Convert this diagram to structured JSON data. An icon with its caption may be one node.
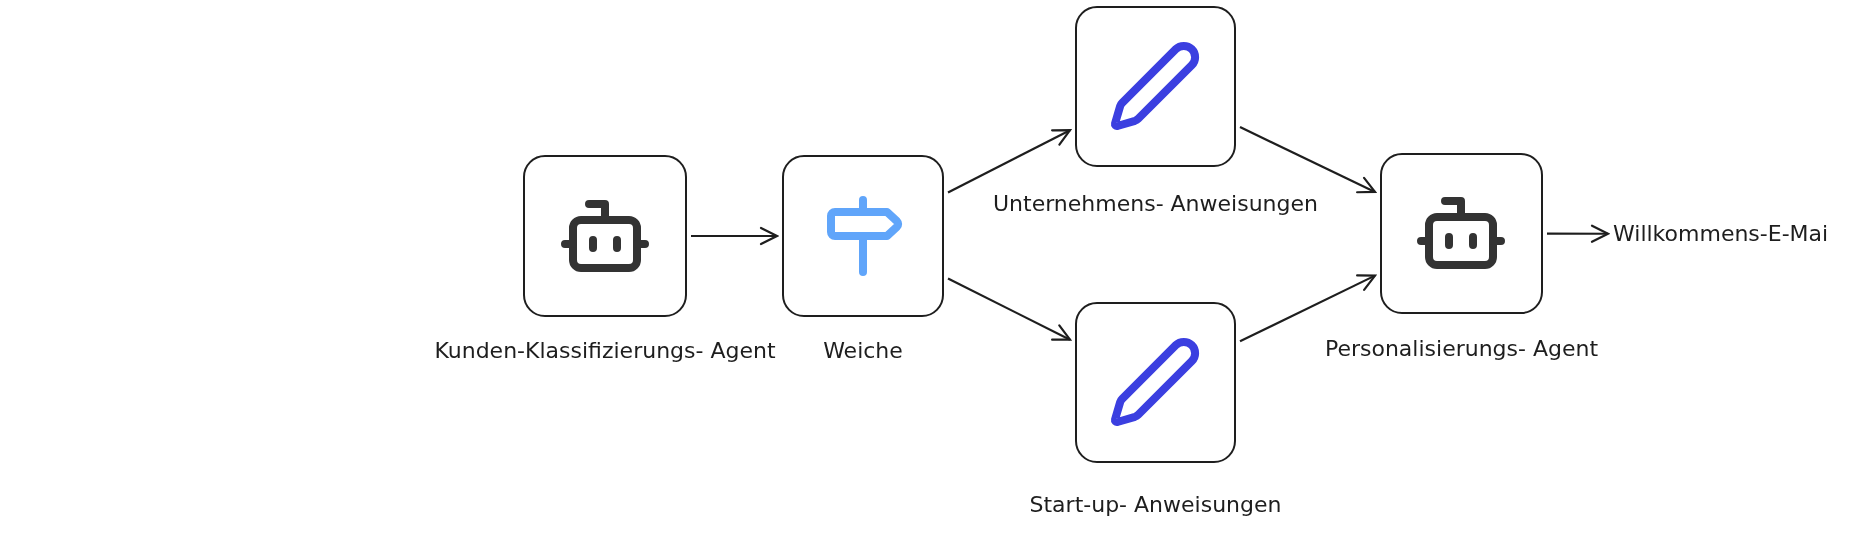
{
  "diagram": {
    "nodes": [
      {
        "text": [
          "Kunden-Klassifizierungs- Agent"
        ]
      },
      {
        "text": [
          "Weiche"
        ]
      },
      {
        "text": [
          "Unternehmens- Anweisungen"
        ]
      },
      {
        "text": [
          "Start-up- Anweisungen"
        ]
      },
      {
        "text": [
          "Personalisierungs- Agent"
        ]
      },
      {
        "text": [
          "Willkommens-E-Mai"
        ]
      }
    ],
    "edges": [
      {
        "from": 0,
        "to": 1,
        "arrow": "to"
      },
      {
        "from": 1,
        "to": 2,
        "arrow": "to"
      },
      {
        "from": 1,
        "to": 3,
        "arrow": "to"
      },
      {
        "from": 2,
        "to": 4,
        "arrow": "to"
      },
      {
        "from": 3,
        "to": 4,
        "arrow": "to"
      },
      {
        "from": 4,
        "to": 5,
        "arrow": "to"
      }
    ]
  }
}
